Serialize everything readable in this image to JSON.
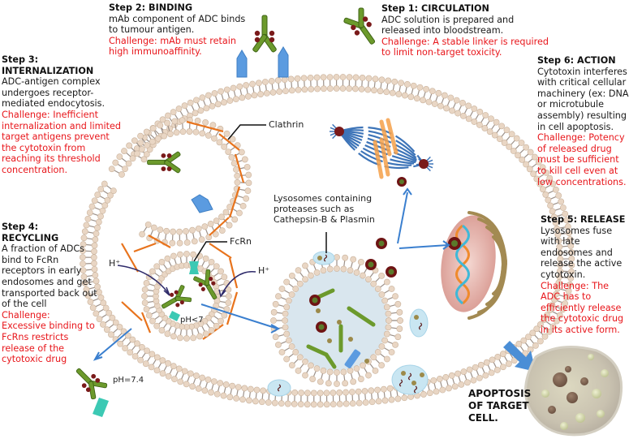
{
  "steps": {
    "step1": {
      "heading": "Step 1: CIRCULATION",
      "body": "ADC solution is prepared and released into bloodstream.",
      "challenge": "Challenge: A stable linker is required to limit non-target toxicity."
    },
    "step2": {
      "heading": "Step 2: BINDING",
      "body": "mAb component of ADC binds to tumour antigen.",
      "challenge": "Challenge: mAb must retain high immunoaffinity."
    },
    "step3": {
      "heading_line1": "Step 3:",
      "heading_line2": "INTERNALIZATION",
      "body": "ADC-antigen complex undergoes receptor-mediated endocytosis.",
      "challenge": "Challenge: Inefficient internalization and limited target antigens prevent the cytotoxin from reaching its threshold concentration."
    },
    "step4": {
      "heading_line1": "Step 4:",
      "heading_line2": "RECYCLING",
      "body": "A fraction of ADCs bind to FcRn receptors in early endosomes and get transported back out of the cell",
      "challenge": "Challenge: Excessive binding to FcRns restricts release of the cytotoxic drug"
    },
    "step5": {
      "heading": "Step 5: RELEASE",
      "body": "Lysosomes fuse with late endosomes and release the active cytotoxin.",
      "challenge": "Challenge: The ADC has to efficiently release the cytotoxic drug in its active form."
    },
    "step6": {
      "heading": "Step 6: ACTION",
      "body": "Cytotoxin interferes with critical cellular machinery (ex: DNA or microtubule assembly) resulting in cell apoptosis.",
      "challenge": "Challenge: Potency of released drug must be sufficient to kill cell even at low concentrations."
    }
  },
  "labels": {
    "clathrin": "Clathrin",
    "fcrn": "FcRn",
    "h_plus_left": "H⁺",
    "h_plus_right": "H⁺",
    "ph_endosome": "pH<7",
    "ph_outside": "pH=7.4",
    "lysosomes": "Lysosomes containing proteases such as Cathepsin-B & Plasmin",
    "apoptosis": "APOPTOSIS OF TARGET CELL."
  },
  "colors": {
    "challenge_text": "#e8161b",
    "membrane_head": "#e9d6c4",
    "membrane_tail": "#9c9088",
    "antibody_green": "#6c9a2c",
    "payload_red": "#7a1a1a",
    "antigen_blue": "#4a90d9",
    "clathrin_orange": "#e8731c",
    "arrow_blue": "#3a7fcf",
    "fcrn_teal": "#3cc9b4",
    "lysosome_fill": "#c9e6f2",
    "spindle_blue": "#3d74b8",
    "chromosome_orange": "#f5a04a",
    "nucleus_pink": "#e7b4ad",
    "golgi_tan": "#a38a52"
  }
}
